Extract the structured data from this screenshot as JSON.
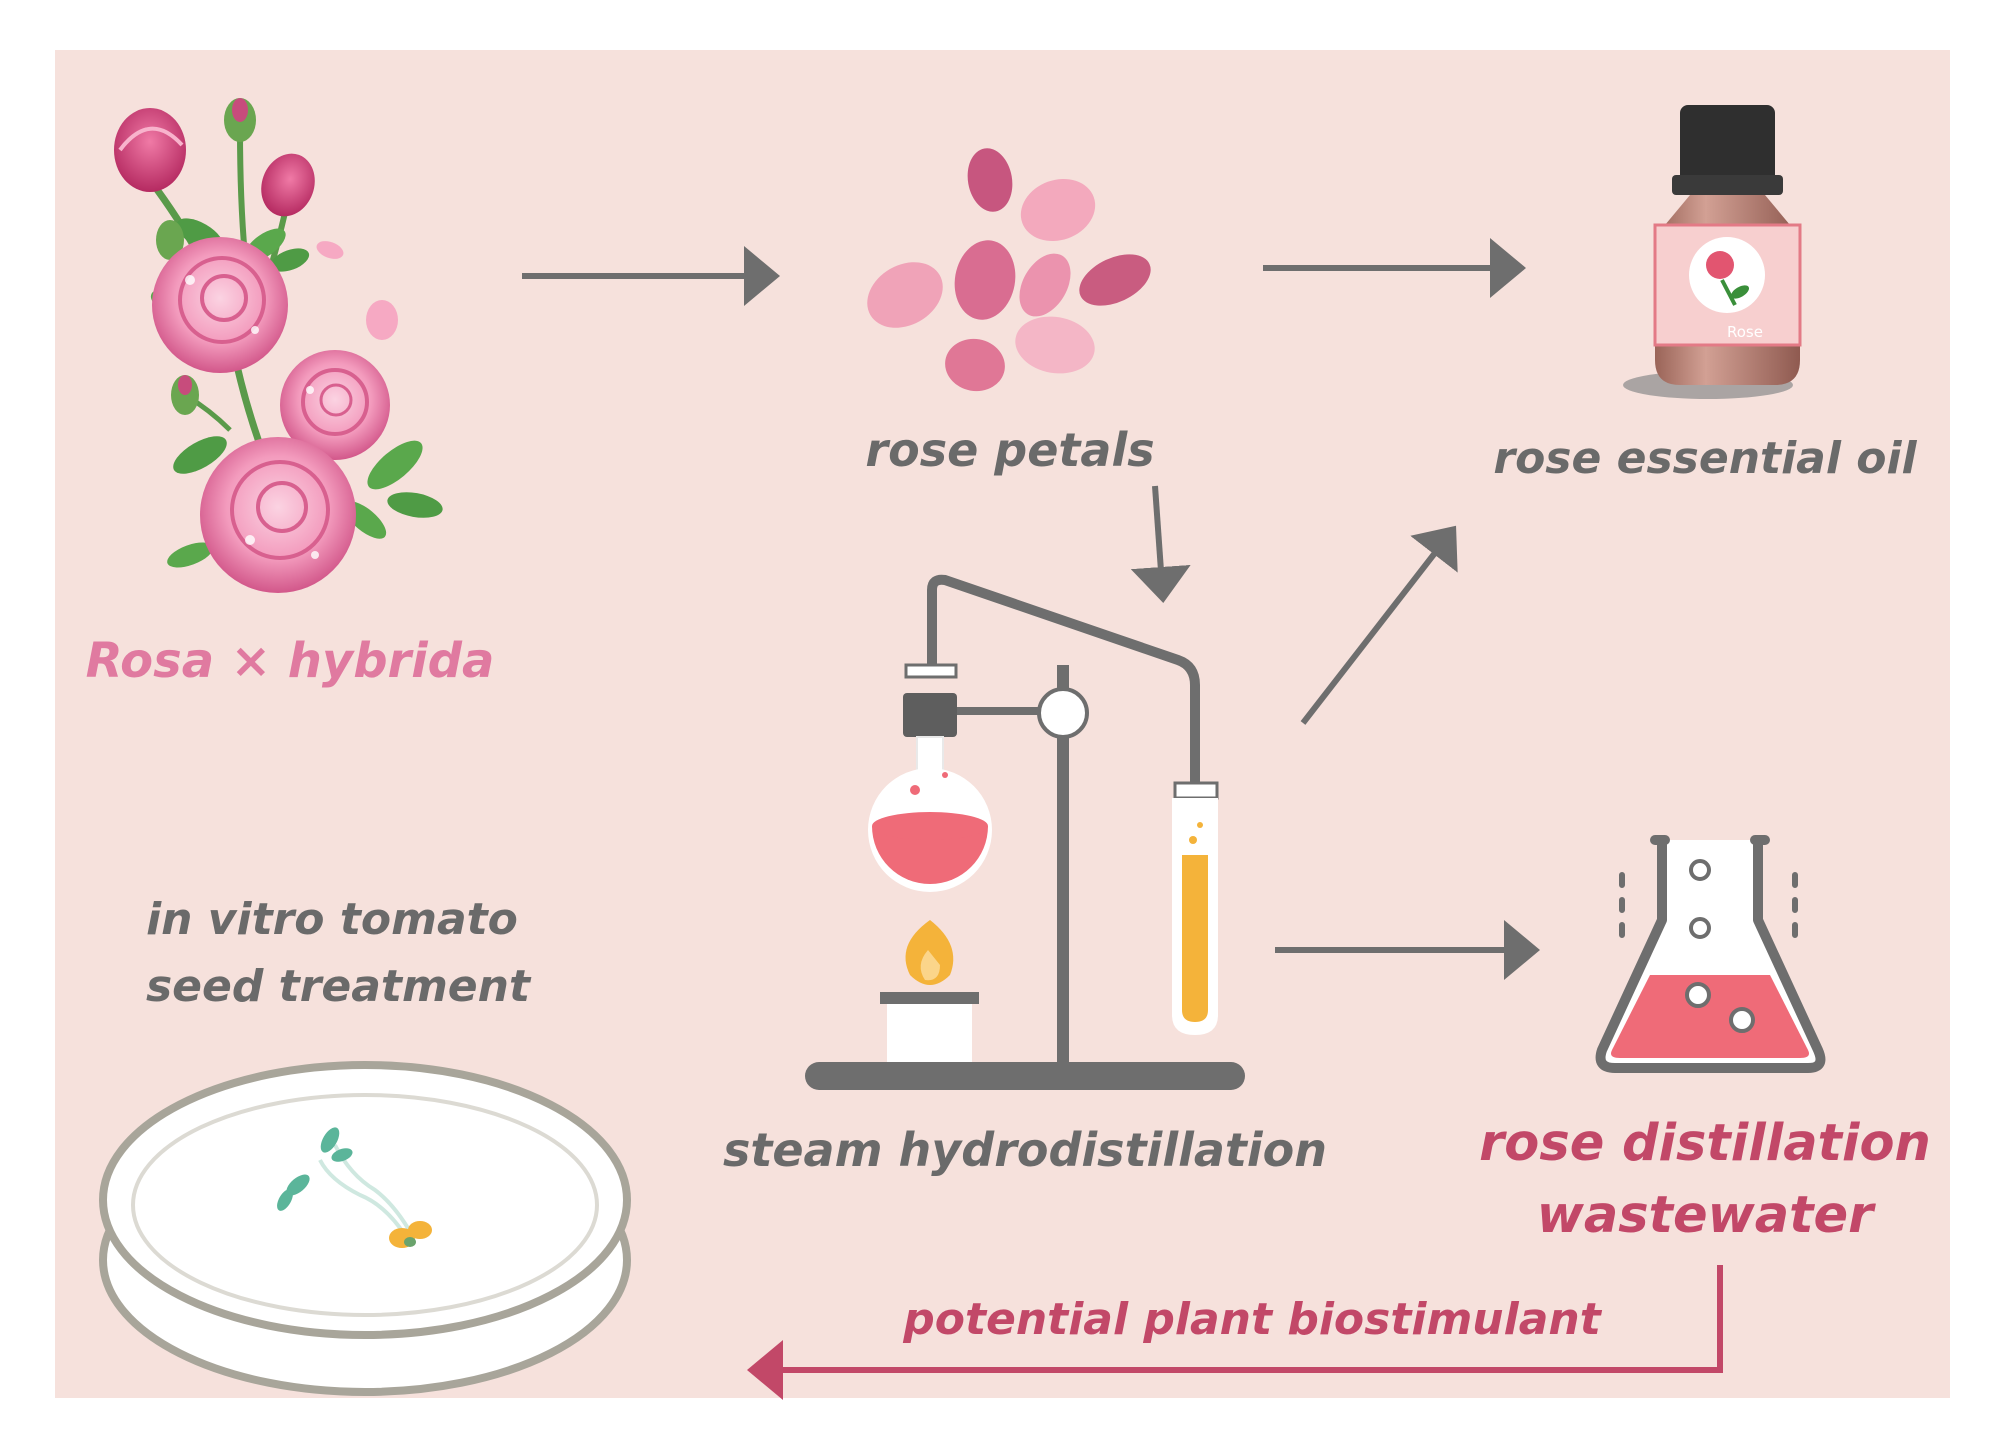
{
  "colors": {
    "background": "#f6e1dc",
    "arrow_gray": "#6e6e6e",
    "accent_pink": "#e07aa0",
    "accent_crimson": "#c24868",
    "liquid_red": "#ef6b78",
    "liquid_orange": "#f4b33a"
  },
  "labels": {
    "rosa_hybrida": "Rosa × hybrida",
    "rose_petals": "rose petals",
    "rose_essential_oil": "rose essential oil",
    "steam_hydrodistillation": "steam hydrodistillation",
    "wastewater_line1": "rose distillation",
    "wastewater_line2": "wastewater",
    "seed_line1": "in vitro tomato",
    "seed_line2": "seed treatment",
    "biostimulant": "potential plant biostimulant",
    "bottle_label": "Rose"
  }
}
